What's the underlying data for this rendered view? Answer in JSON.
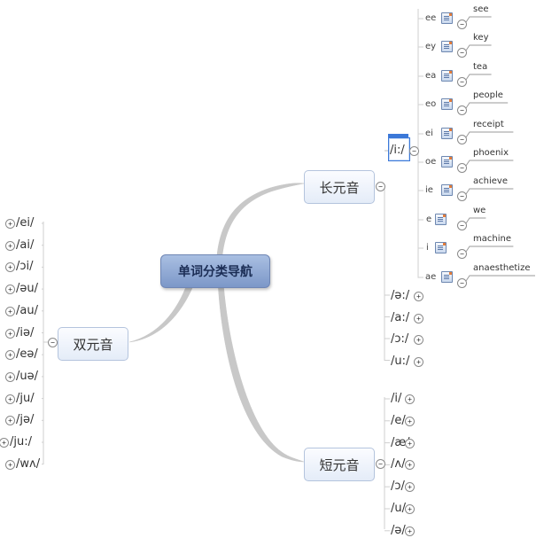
{
  "map": {
    "central": "单词分类导航",
    "long_vowels": {
      "label": "长元音",
      "toggle": "−",
      "selected": {
        "label": "/i:/",
        "toggle": "−"
      },
      "spellings": [
        {
          "spelling": "ee",
          "example": "see"
        },
        {
          "spelling": "ey",
          "example": "key"
        },
        {
          "spelling": "ea",
          "example": "tea"
        },
        {
          "spelling": "eo",
          "example": "people"
        },
        {
          "spelling": "ei",
          "example": "receipt"
        },
        {
          "spelling": "oe",
          "example": "phoenix"
        },
        {
          "spelling": "ie",
          "example": "achieve"
        },
        {
          "spelling": "e",
          "example": "we"
        },
        {
          "spelling": "i",
          "example": "machine"
        },
        {
          "spelling": "ae",
          "example": "anaesthetize"
        }
      ],
      "others": [
        "/ə:/",
        "/a:/",
        "/ɔ:/",
        "/u:/"
      ]
    },
    "short_vowels": {
      "label": "短元音",
      "toggle": "−",
      "items": [
        "/i/",
        "/e/",
        "/æ/",
        "/ʌ/",
        "/ɔ/",
        "/u/",
        "/ə/"
      ]
    },
    "diphthongs": {
      "label": "双元音",
      "toggle": "−",
      "items": [
        "/ei/",
        "/ai/",
        "/ɔi/",
        "/əu/",
        "/au/",
        "/iə/",
        "/eə/",
        "/uə/",
        "/ju/",
        "/jə/",
        "/ju:/",
        "/wʌ/"
      ]
    },
    "expand_symbol": "+",
    "collapse_symbol": "−"
  },
  "colors": {
    "central_top": "#a9bfe2",
    "central_bottom": "#7c97c8",
    "node_border": "#b4c4dd",
    "connector": "#c8c8c8",
    "selection": "#3b78d8"
  },
  "icons": {
    "note": "note-icon",
    "collapse": "collapse-toggle",
    "expand": "expand-toggle"
  }
}
